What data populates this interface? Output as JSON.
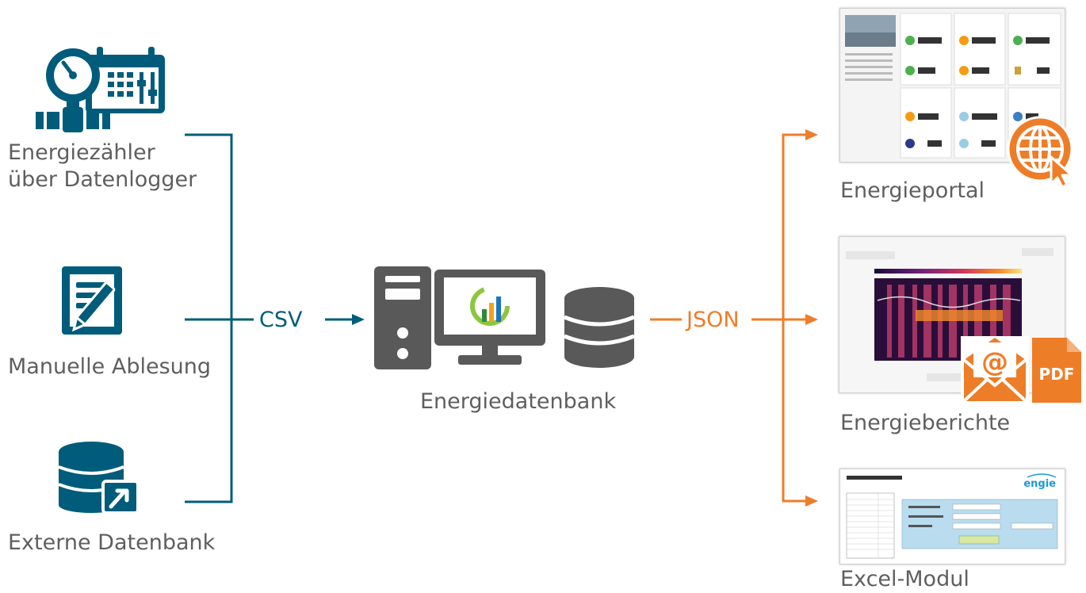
{
  "sources": [
    {
      "label_line1": "Energiezähler",
      "label_line2": "über Datenlogger",
      "icon": "meter-calendar-icon"
    },
    {
      "label": "Manuelle Ablesung",
      "icon": "form-edit-icon"
    },
    {
      "label": "Externe Datenbank",
      "icon": "external-database-icon"
    }
  ],
  "center": {
    "input_format": "CSV",
    "output_format": "JSON",
    "label": "Energiedatenbank"
  },
  "outputs": [
    {
      "label": "Energieportal",
      "icon": "globe-cursor-icon"
    },
    {
      "label": "Energieberichte",
      "icons": [
        "email-icon",
        "pdf-icon"
      ],
      "pdf_text": "PDF",
      "at_text": "@"
    },
    {
      "label": "Excel-Modul",
      "brand_text": "engie"
    }
  ],
  "colors": {
    "teal": "#005c7a",
    "orange": "#ee7d28",
    "gray_icon": "#595959",
    "label_gray": "#5f5f5f"
  }
}
